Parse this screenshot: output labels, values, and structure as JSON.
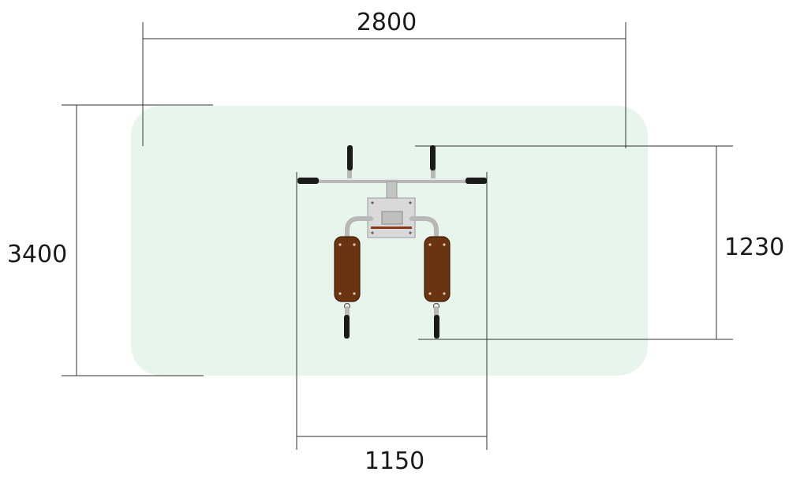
{
  "dimensions": {
    "top_width": "2800",
    "left_height": "3400",
    "right_height": "1230",
    "bottom_width": "1150"
  },
  "colors": {
    "zone_fill": "#e8f5ec",
    "line": "#333333",
    "steel": "#b8b8b8",
    "pad_wood": "#6b3410",
    "grip": "#1a1a1a"
  }
}
